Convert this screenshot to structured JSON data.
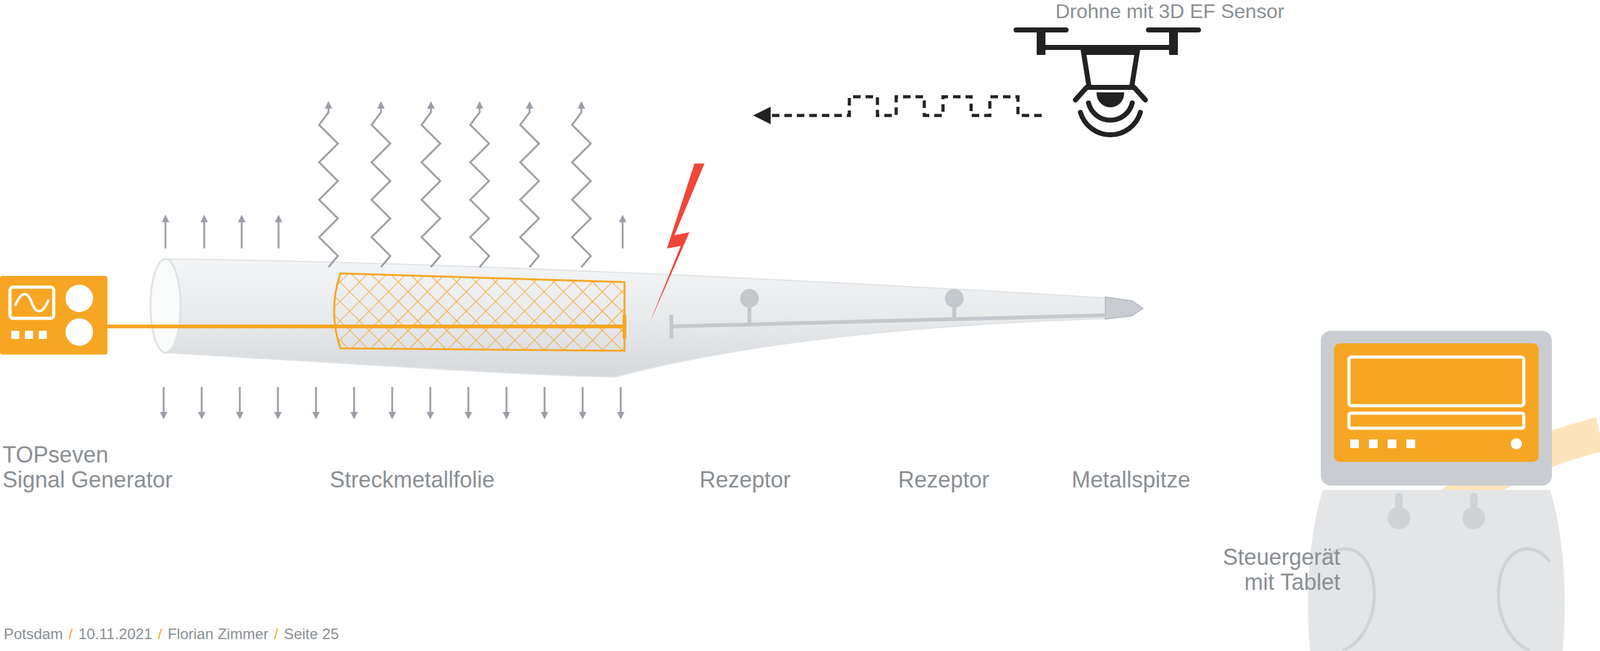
{
  "diagram": {
    "labels": [
      "Drohne mit 3D EF Sensor",
      "TOPseven",
      "Signal Generator",
      "Streckmetallfolie",
      "Rezeptor",
      "Rezeptor",
      "Metallspitze",
      "Steuergerät",
      "mit Tablet",
      "Potsdam",
      "/",
      "10.11.2021",
      "/",
      "Florian Zimmer",
      "/",
      "Seite 25"
    ]
  }
}
